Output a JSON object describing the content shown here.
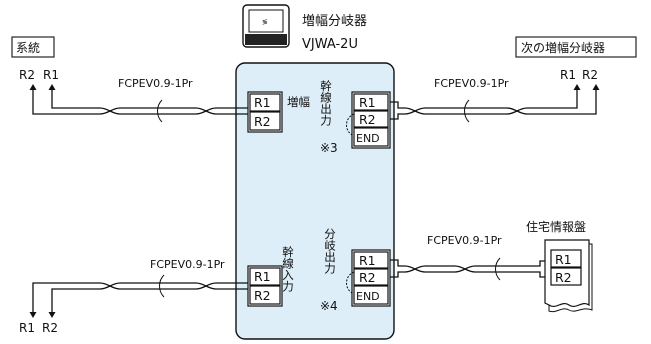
{
  "device": {
    "name": "増幅分岐器",
    "model": "VJWA-2U",
    "fill_color": "#ddeef8",
    "icon": "device-icon"
  },
  "left_top": {
    "label": "系統",
    "terminals": [
      "R2",
      "R1"
    ]
  },
  "right_top": {
    "label": "次の増幅分岐器",
    "terminals": [
      "R1",
      "R2"
    ]
  },
  "left_bottom": {
    "terminals": [
      "R1",
      "R2"
    ]
  },
  "right_bottom": {
    "label": "住宅情報盤",
    "terminals": [
      "R1",
      "R2"
    ]
  },
  "cable": {
    "label": "FCPEV0.9-1Pr"
  },
  "blocks": {
    "amp": {
      "label": "増幅",
      "terminals": [
        "R1",
        "R2"
      ]
    },
    "trunk_out": {
      "label": "幹線出力",
      "terminals": [
        "R1",
        "R2",
        "END"
      ],
      "note": "※3"
    },
    "trunk_in": {
      "label": "幹線入力",
      "terminals": [
        "R1",
        "R2"
      ]
    },
    "branch_out": {
      "label": "分岐出力",
      "terminals": [
        "R1",
        "R2",
        "END"
      ],
      "note": "※4"
    }
  }
}
